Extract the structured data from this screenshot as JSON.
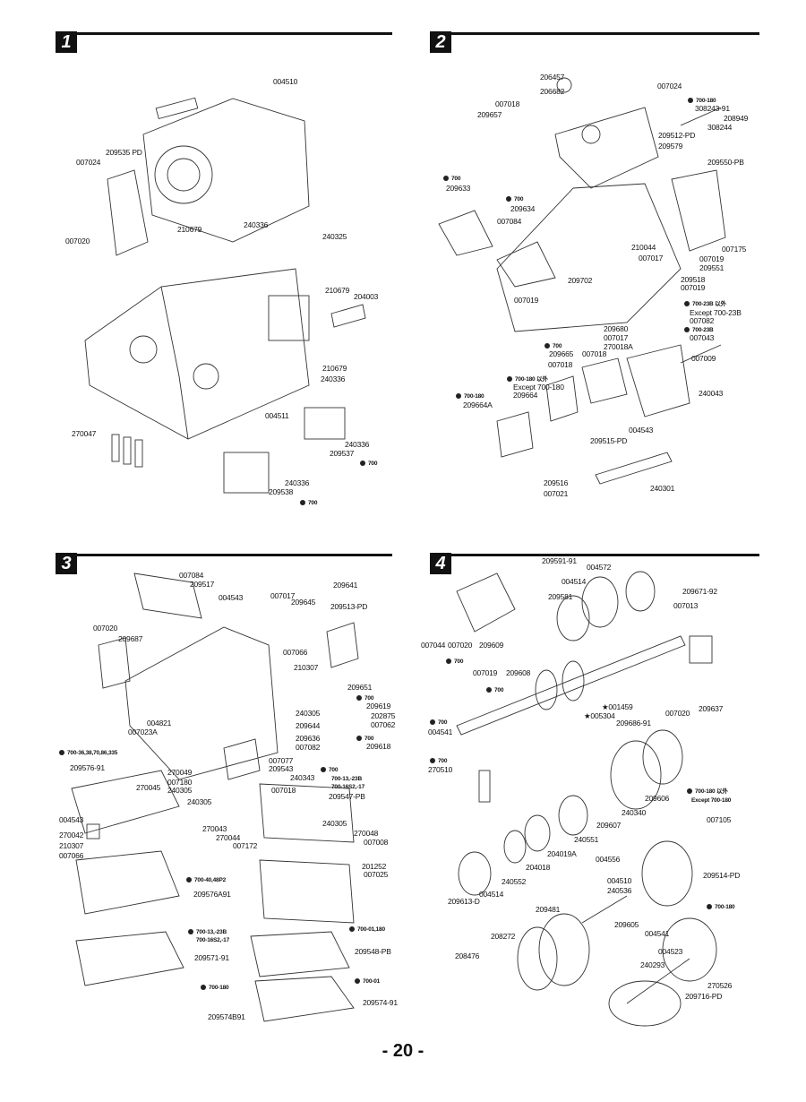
{
  "page_number": "- 20 -",
  "panels": [
    {
      "number": "1",
      "labels": [
        "004510",
        "209535 PD",
        "007024",
        "007020",
        "210679",
        "240336",
        "240325",
        "210679",
        "204003",
        "210679",
        "240336",
        "004511",
        "270047",
        "240336",
        "209537",
        "700",
        "240336",
        "209538",
        "700"
      ]
    },
    {
      "number": "2",
      "labels": [
        "206457",
        "206682",
        "007024",
        "700-180",
        "308243-91",
        "208949",
        "308244",
        "007018",
        "209657",
        "209512-PD",
        "209579",
        "209550-PB",
        "700",
        "209633",
        "700",
        "209634",
        "007084",
        "007175",
        "210044",
        "007017",
        "007019",
        "209551",
        "209702",
        "209518",
        "007019",
        "007019",
        "700-23B 以外",
        "Except 700-23B",
        "007082",
        "209680",
        "007017",
        "700-23B",
        "007043",
        "700",
        "209665",
        "007018",
        "270018A",
        "007018",
        "007009",
        "700-180 以外",
        "Except 700-180",
        "209664",
        "700-180",
        "209664A",
        "240043",
        "004543",
        "209515-PD",
        "209516",
        "240301",
        "007021"
      ]
    },
    {
      "number": "3",
      "labels": [
        "007084",
        "209517",
        "004543",
        "209641",
        "007017",
        "209645",
        "209513-PD",
        "007020",
        "209687",
        "007066",
        "210307",
        "209651",
        "700",
        "209619",
        "240305",
        "202875",
        "007062",
        "004821",
        "007023A",
        "209644",
        "209636",
        "007082",
        "700",
        "209618",
        "700-36,38,70,86,335",
        "007077",
        "209576-91",
        "270049",
        "209543",
        "007180",
        "700",
        "700-13,-23B",
        "700-16S2,-17",
        "240305",
        "270045",
        "240343",
        "007018",
        "209547-PB",
        "240305",
        "240305",
        "004543",
        "270043",
        "270042",
        "270044",
        "270048",
        "210307",
        "007008",
        "007172",
        "007066",
        "201252",
        "007025",
        "700-40,48P2",
        "209576A91",
        "700-13,-23B",
        "700-16S2,-17",
        "700-01,180",
        "209571-91",
        "209548-PB",
        "700-01",
        "700-180",
        "209574-91",
        "209574B91"
      ]
    },
    {
      "number": "4",
      "labels": [
        "209591-91",
        "004572",
        "004514",
        "209581",
        "209671-92",
        "007013",
        "007044",
        "007020",
        "209609",
        "700",
        "007019",
        "209608",
        "700",
        "★001459",
        "★005304",
        "007020",
        "209637",
        "209686-91",
        "700",
        "004541",
        "700",
        "270510",
        "700-180 以外",
        "Except 700-180",
        "209606",
        "240340",
        "209607",
        "240551",
        "007105",
        "204019A",
        "004556",
        "240552",
        "204018",
        "209514-PD",
        "004510",
        "240536",
        "004514",
        "209613-D",
        "209481",
        "209605",
        "700-180",
        "004541",
        "208272",
        "004523",
        "208476",
        "240293",
        "270526",
        "209716-PD"
      ]
    }
  ]
}
